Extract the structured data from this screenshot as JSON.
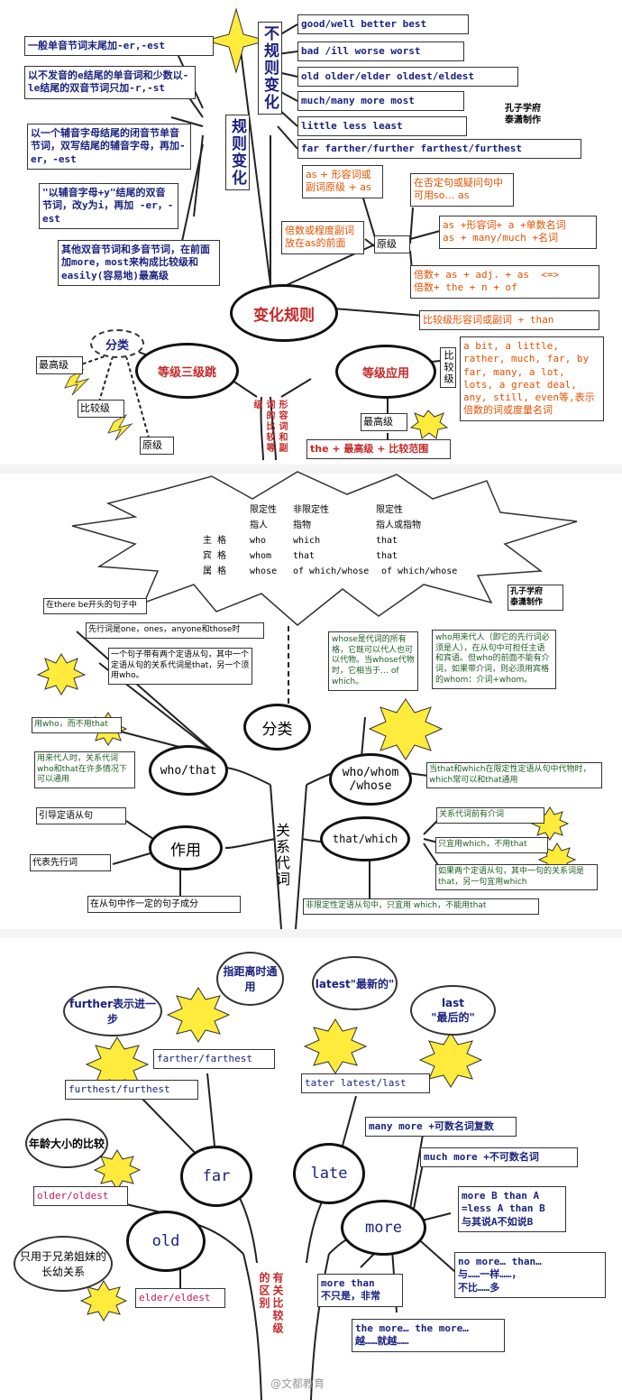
{
  "p1": {
    "center": "变化规则",
    "left_node": "等级三级跳",
    "right_node": "等级应用",
    "trunk": "形容词和副词的比较等级",
    "regular_title": "规则变化",
    "irregular_title": "不规则变化",
    "author": "孔子学府\n泰潇制作",
    "regular_rules": [
      "一般单音节词末尾加-er,-est",
      "以不发音的e结尾的单音词和少数以- le结尾的双音节词只加-r,-st",
      "以一个辅音字母结尾的闭音节单音节词，双写结尾的辅音字母，再加-er，-est",
      "\"以辅音字母+y\"结尾的双音节词，改y为i，再加 -er，-est",
      "其他双音节词和多音节词，在前面加more，most来构成比较级和easily(容易地)最高级"
    ],
    "irregular": [
      "good/well   better  best",
      "bad /ill  worse  worst",
      "old  older/elder  oldest/eldest",
      "much/many  more  most",
      "little   less   least",
      "far  farther/further  farthest/furthest"
    ],
    "classify": "分类",
    "levels": [
      "最高级",
      "比较级",
      "原级"
    ],
    "yuanji": "原级",
    "yuanji_items": [
      "as + 形容词或副词原级 + as",
      "在否定句或疑问句中可用so… as",
      "倍数或程度副词放在as的前面",
      "as +形容词+ a +单数名词\nas + many/much +名词",
      "倍数+ as + adj. + as  <=>\n倍数+ the + n + of"
    ],
    "bijiao_head": "比较级形容词或副词 + than",
    "bijiao_label": "比较级",
    "bijiao_list": "a bit, a little, rather, much, far, by far, many, a lot, lots, a great deal, any, still, even等,表示倍数的词或度量名词",
    "zuigao_label": "最高级",
    "zuigao_rule": "the + 最高级 + 比较范围"
  },
  "p2": {
    "table_headers": [
      "限定性",
      "非限定性",
      "限定性"
    ],
    "table_sub": [
      "指人",
      "指物",
      "指人或指物"
    ],
    "table_rows": [
      [
        "主 格",
        "who",
        "which",
        "that"
      ],
      [
        "宾 格",
        "whom",
        "that",
        "that"
      ],
      [
        "属 格",
        "whose",
        "of which/whose",
        "of which/whose"
      ]
    ],
    "author": "孔子学府\n泰潇制作",
    "classify": "分类",
    "role": "作用",
    "trunk": "关系代词",
    "who_that": "who/that",
    "who_whom": "who/whom\n/whose",
    "that_which": "that/which",
    "notes_left": [
      "在there be开头的句子中",
      "先行词是one，ones，anyone和those时",
      "一个句子带有两个定语从句，其中一个定语从句的关系代词是that，另一个须用who。",
      "用who，而不用that",
      "用来代人时，关系代词who和that在许多情况下可以通用"
    ],
    "notes_mid": "whose是代词的所有格，它既可以代人也可以代物。当whose代物时，它相当于… of which。",
    "notes_right": "who用来代人（即它的先行词必须是人），在从句中可担任主语和宾语。但who的前面不能有介词，如果带介词，则必须用宾格的whom：介词+whom。",
    "notes_tw": [
      "当that和which在限定性定语从句中代物时，which常可以和that通用",
      "关系代词前有介词",
      "只宜用which，不用that",
      "如果两个定语从句，其中一句的关系词是that，另一句宜用which",
      "非限定性定语从句中，只宜用 which，不能用that"
    ],
    "roles": [
      "引导定语从句",
      "代表先行词",
      "在从句中作一定的句子成分"
    ]
  },
  "p3": {
    "trunk": "有关比较级的区别",
    "far": "far",
    "late": "late",
    "old": "old",
    "more": "more",
    "clouds": [
      "further表示进一步",
      "指距离时通用",
      "latest\"最新的\"",
      "last\n\"最后的\"",
      "年龄大小的比较",
      "只用于兄弟姐妹的长幼关系"
    ],
    "far_forms": [
      "farther/farthest",
      "furthest/furthest"
    ],
    "late_forms": "tater latest/last",
    "old_forms": [
      "older/oldest",
      "elder/eldest"
    ],
    "more_items": [
      "many more +可数名词复数",
      "much more +不可数名词",
      "more B than A\n=less A than B\n与其说A不如说B",
      "no more… than…\n与……一样……，\n不比……多",
      "more than\n不只是，非常",
      "the more… the more…\n越……就越……"
    ],
    "watermark": "@文都教育"
  }
}
